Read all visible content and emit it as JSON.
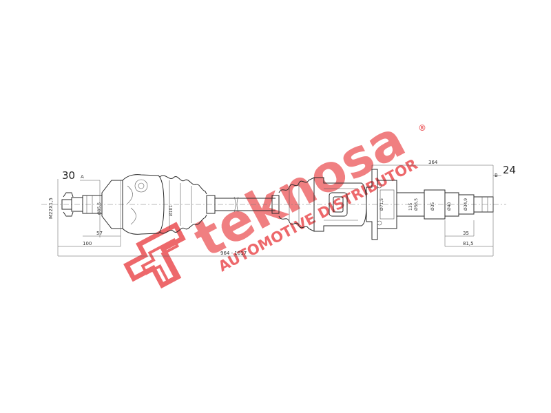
{
  "drawing": {
    "callout_left": "30",
    "callout_left_letter": "A",
    "callout_right": "24",
    "callout_right_letter": "B",
    "thread_spec": "M22X1,5",
    "dims": {
      "d_100": "100",
      "d_57": "57",
      "d_overall": "964 - 1017",
      "d_364": "364",
      "d_35": "35",
      "d_81_5": "81,5",
      "dia_85": "Ø85,5",
      "dia_101": "Ø101",
      "dia_71_5": "Ø71,5",
      "dia_56_5": "Ø56,5",
      "dia_135": "135",
      "dia_35": "Ø35",
      "dia_40": "Ø40",
      "dia_34_9": "Ø34,9"
    }
  },
  "watermark": {
    "brand": "teknosa",
    "registered": "®",
    "tagline": "AUTOMOTIVE DISTRIBUTOR",
    "color": "#e8363a"
  }
}
